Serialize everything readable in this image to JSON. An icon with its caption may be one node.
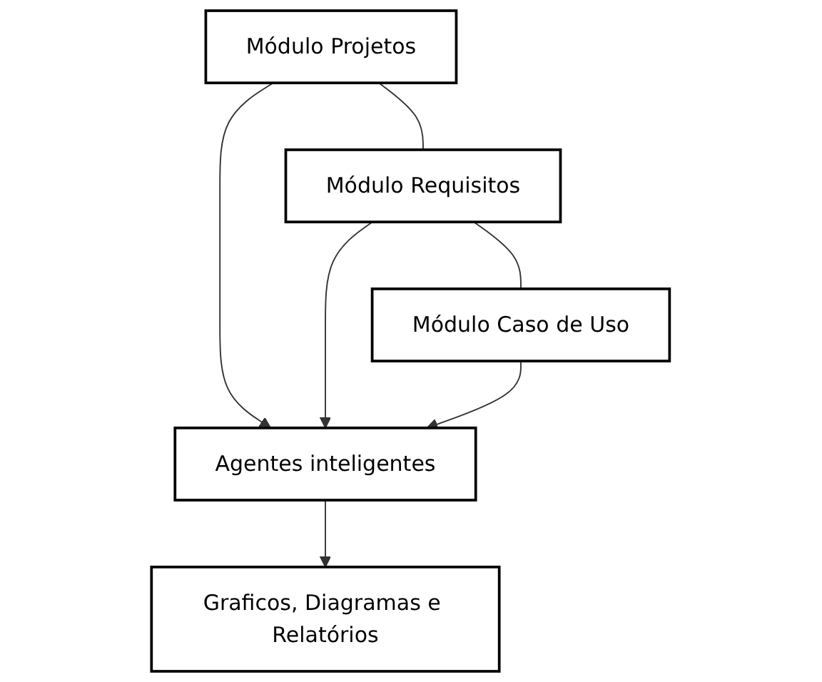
{
  "diagram": {
    "nodes": [
      {
        "text": [
          "Módulo Projetos"
        ]
      },
      {
        "text": [
          "Módulo Requisitos"
        ]
      },
      {
        "text": [
          "Módulo Caso de Uso"
        ]
      },
      {
        "text": [
          "Agentes inteligentes"
        ]
      },
      {
        "text": [
          "Graficos, Diagramas e Relatórios"
        ]
      }
    ],
    "edges": [
      {
        "from": 0,
        "to": 1,
        "arrow": "none"
      },
      {
        "from": 1,
        "to": 2,
        "arrow": "none"
      },
      {
        "from": 0,
        "to": 3,
        "arrow": "to"
      },
      {
        "from": 1,
        "to": 3,
        "arrow": "to"
      },
      {
        "from": 2,
        "to": 3,
        "arrow": "to"
      },
      {
        "from": 3,
        "to": 4,
        "arrow": "to"
      }
    ]
  }
}
